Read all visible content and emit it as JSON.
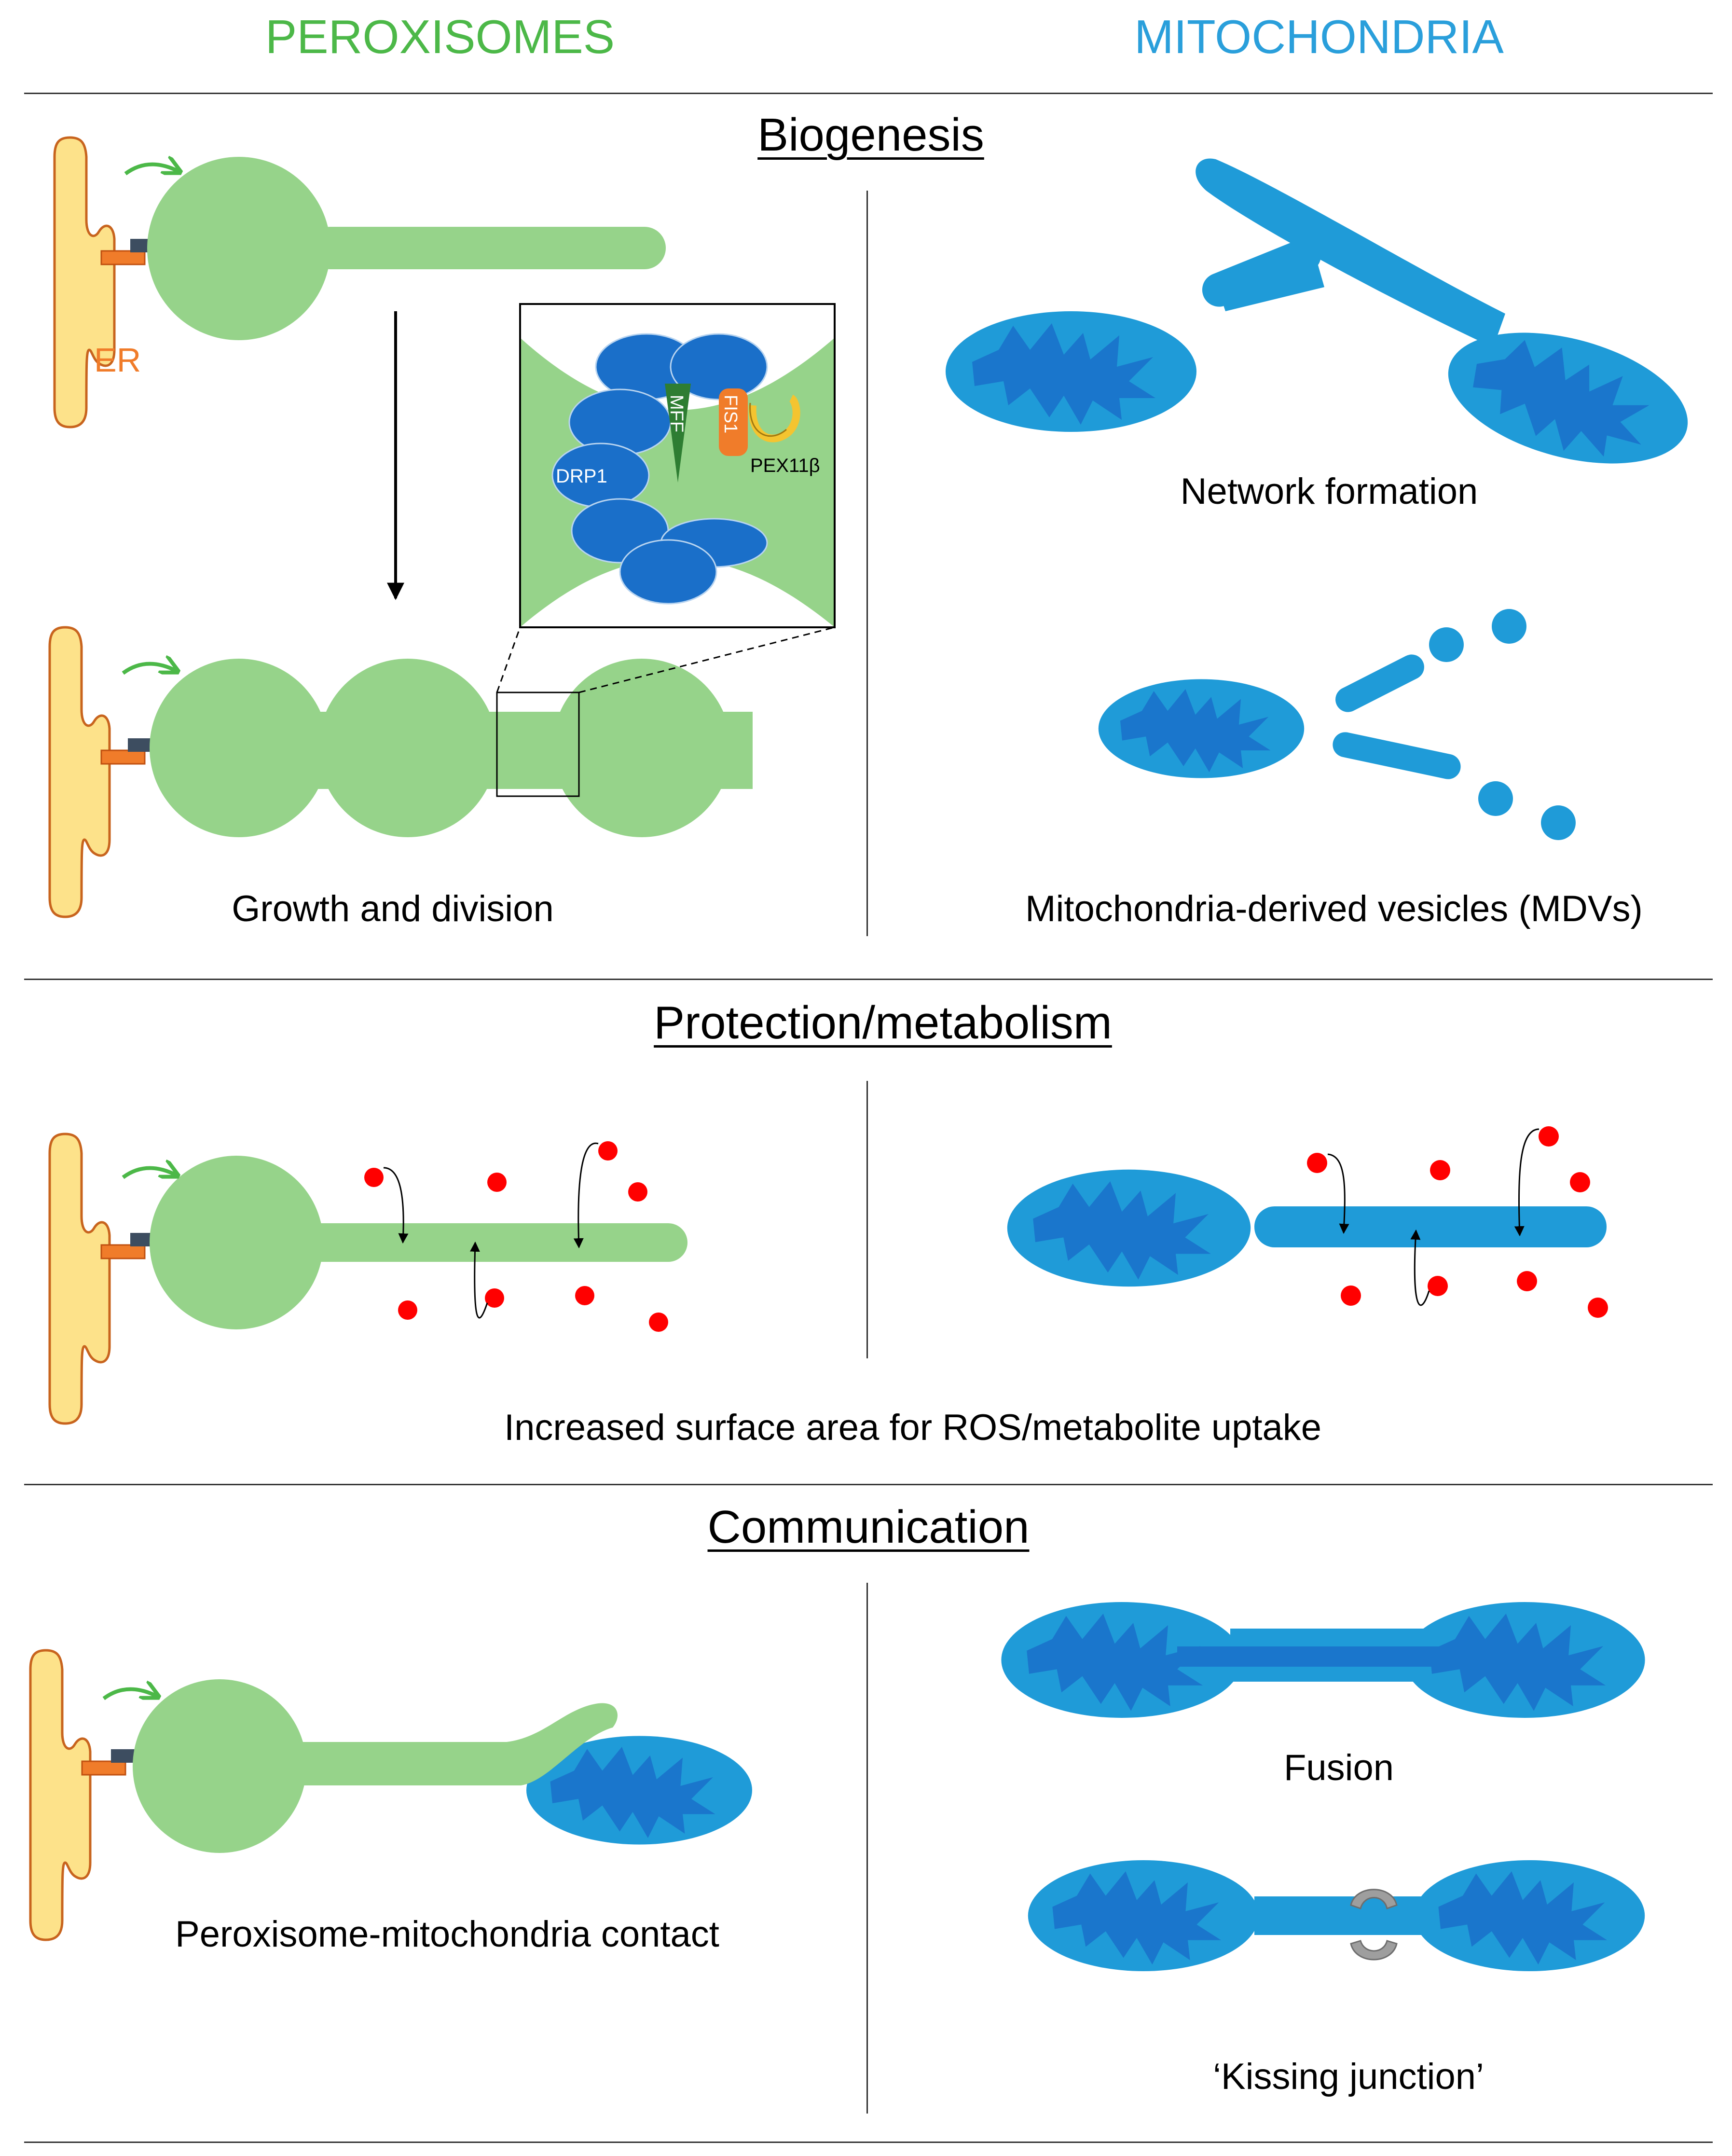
{
  "headers": {
    "left": "PEROXISOMES",
    "right": "MITOCHONDRIA"
  },
  "colors": {
    "peroxisome": "#96d38a",
    "mitochondria_outer": "#1f9bd8",
    "mitochondria_inner": "#1a76cc",
    "er_fill": "#fde28a",
    "er_stroke": "#c8641e",
    "ros": "#ff0000",
    "peroxisome_label": "#4cb848",
    "mitochondria_label": "#2a9fdb",
    "er_label": "#f07c2a"
  },
  "sections": {
    "biogenesis": {
      "title": "Biogenesis",
      "left_caption": "Growth and division",
      "right_caption_top": "Network formation",
      "right_caption_bottom": "Mitochondria-derived vesicles (MDVs)",
      "er_label": "ER",
      "inset": {
        "drp1": "DRP1",
        "mff": "MFF",
        "fis1": "FIS1",
        "pex11b": "PEX11β"
      }
    },
    "protection": {
      "title": "Protection/metabolism",
      "caption": "Increased surface area for ROS/metabolite uptake"
    },
    "communication": {
      "title": "Communication",
      "left_caption": "Peroxisome-mitochondria contact",
      "right_caption_top": "Fusion",
      "right_caption_bottom": "‘Kissing junction’"
    }
  }
}
